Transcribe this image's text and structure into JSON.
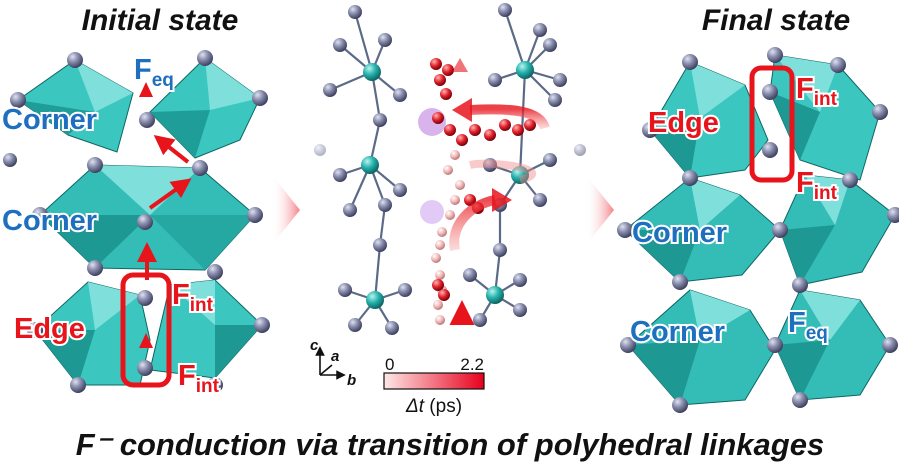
{
  "titles": {
    "initial": "Initial state",
    "final": "Final state"
  },
  "left_panel": {
    "f_eq": {
      "main": "F",
      "sub": "eq"
    },
    "corner_top": "Corner",
    "corner_mid": "Corner",
    "edge": "Edge",
    "f_int_top": {
      "main": "F",
      "sub": "int"
    },
    "f_int_bottom": {
      "main": "F",
      "sub": "int"
    }
  },
  "right_panel": {
    "edge": "Edge",
    "f_int_top": {
      "main": "F",
      "sub": "int"
    },
    "f_int_bottom": {
      "main": "F",
      "sub": "int"
    },
    "corner_mid": "Corner",
    "corner_bottom": "Corner",
    "f_eq": {
      "main": "F",
      "sub": "eq"
    }
  },
  "axes": {
    "c": "c",
    "a": "a",
    "b": "b"
  },
  "colorbar": {
    "min": "0",
    "max": "2.2",
    "label_symbol": "Δt",
    "label_unit": " (ps)",
    "color_low": "#fde8e8",
    "color_high": "#e8001c"
  },
  "caption": "F⁻ conduction via transition of polyhedral linkages",
  "colors": {
    "teal": "#2bb5b0",
    "teal_dark": "#137a78",
    "node": "#7f83a3",
    "red": "#e8141c",
    "blue": "#1f6fbf"
  }
}
